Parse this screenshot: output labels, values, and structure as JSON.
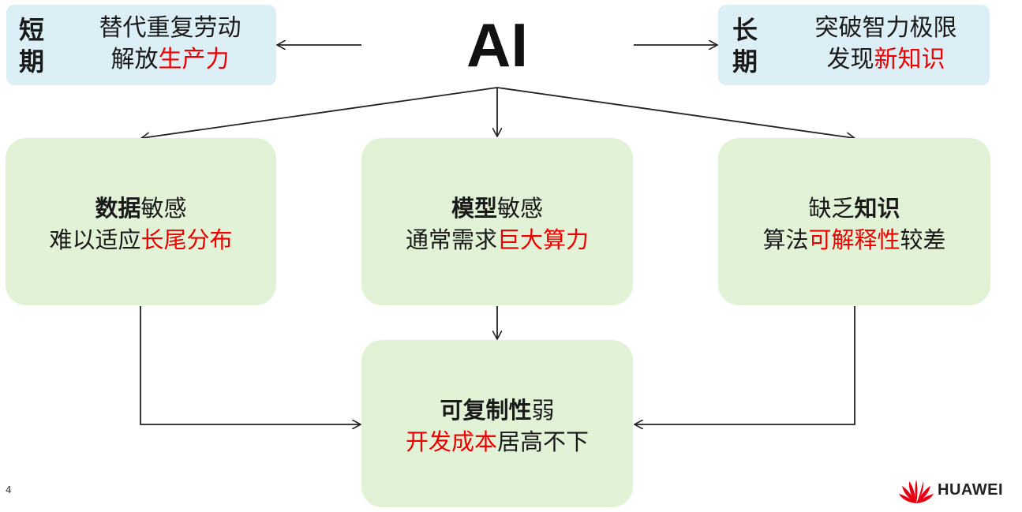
{
  "title": "AI",
  "short_term": {
    "tag": [
      "短",
      "期"
    ],
    "line1": "替代重复劳动",
    "line2_plain": "解放",
    "line2_red": "生产力"
  },
  "long_term": {
    "tag": [
      "长",
      "期"
    ],
    "line1": "突破智力极限",
    "line2_plain": "发现",
    "line2_red": "新知识"
  },
  "data_box": {
    "head_bold": "数据",
    "head_plain": "敏感",
    "sub_plain": "难以适应",
    "sub_red": "长尾分布"
  },
  "model_box": {
    "head_bold": "模型",
    "head_plain": "敏感",
    "sub_plain": "通常需求",
    "sub_red": "巨大算力"
  },
  "knowledge_box": {
    "head_plain": "缺乏",
    "head_bold": "知识",
    "sub_plain1": "算法",
    "sub_red": "可解释性",
    "sub_plain2": "较差"
  },
  "reproducibility_box": {
    "head_bold": "可复制性",
    "head_plain": "弱",
    "sub_red": "开发成本",
    "sub_plain": "居高不下"
  },
  "footer": {
    "page_number": "4",
    "brand": "HUAWEI"
  },
  "colors": {
    "blue_box": "#dceef6",
    "green_box": "#e2f2d6",
    "highlight_red": "#ee0000",
    "brand_red": "#e60012"
  }
}
